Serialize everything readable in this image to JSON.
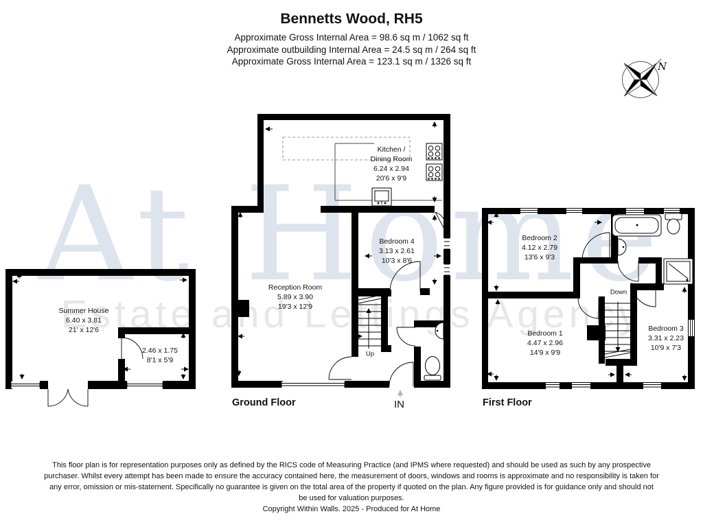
{
  "header": {
    "title": "Bennetts Wood, RH5",
    "area_lines": [
      "Approximate Gross Internal Area = 98.6 sq m / 1062 sq ft",
      "Approximate outbuilding Internal Area = 24.5 sq m / 264 sq ft",
      "Approximate Gross Internal Area = 123.1 sq m / 1326 sq ft"
    ]
  },
  "compass": {
    "north_label": "N"
  },
  "watermark": {
    "line1": "At Home",
    "line2": "Estate and Lettings Agency"
  },
  "summer_house": {
    "main_room": [
      "Summer House",
      "6.40 x 3.81",
      "21' x 12'6"
    ],
    "small_room": [
      "2.46 x 1.75",
      "8'1 x 5'9"
    ]
  },
  "ground_floor": {
    "floor_label": "Ground Floor",
    "entrance_label": "IN",
    "stairs_label": "Up",
    "kitchen": [
      "Kitchen /",
      "Dining Room",
      "6.24 x 2.94",
      "20'6 x 9'9"
    ],
    "reception": [
      "Reception Room",
      "5.89 x 3.90",
      "19'3 x 12'9"
    ],
    "bedroom4": [
      "Bedroom 4",
      "3.13 x 2.61",
      "10'3 x 8'6"
    ]
  },
  "first_floor": {
    "floor_label": "First Floor",
    "stairs_label": "Down",
    "bedroom1": [
      "Bedroom 1",
      "4.47 x 2.96",
      "14'9 x 9'9"
    ],
    "bedroom2": [
      "Bedroom 2",
      "4.12 x 2.79",
      "13'6 x 9'3"
    ],
    "bedroom3": [
      "Bedroom 3",
      "3.31 x 2.23",
      "10'9 x 7'3"
    ]
  },
  "colors": {
    "wall": "#000000",
    "watermark_blue": "#dee4ee",
    "watermark_gray": "#e7e7e7"
  },
  "footer": {
    "lines": [
      "This floor plan is for representation purposes only as defined by the RICS code of Measuring Practice (and IPMS where requested) and should be used as such by any prospective",
      "purchaser. Whilst every attempt has been made to ensure the accuracy contained here, the measurement of doors, windows and rooms is approximate and no responsibility is taken for",
      "any error, omission or mis-statement. Specifically no guarantee is given on the total area of the property if quoted on the plan. Any figure provided is for guidance only and should not",
      "be used for valuation purposes."
    ],
    "copyright": "Copyright Within Walls. 2025 - Produced for At Home"
  }
}
